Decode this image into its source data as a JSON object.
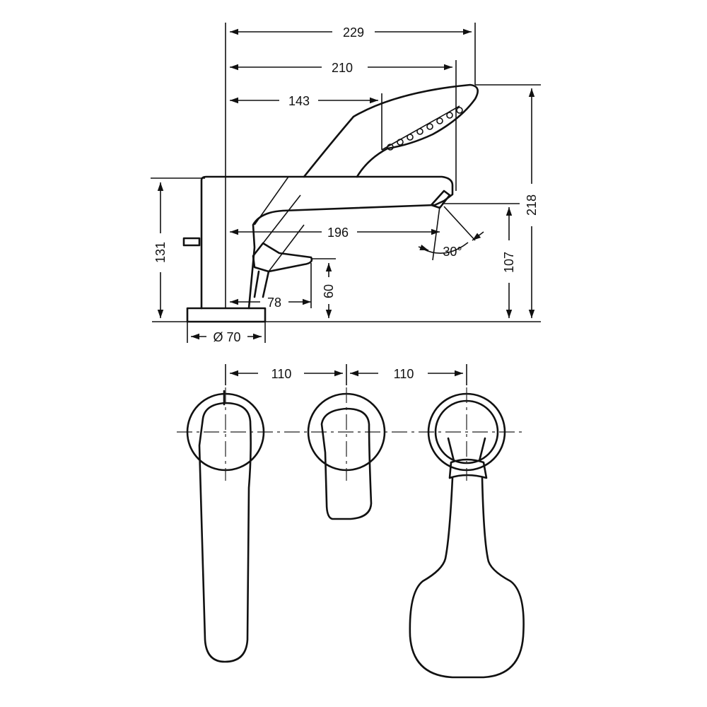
{
  "dimensions": {
    "overall_length": "229",
    "handshower_tip": "210",
    "handshower_head": "143",
    "spout_reach": "196",
    "total_height": "218",
    "spout_height": "107",
    "body_height": "131",
    "lever_height": "60",
    "lever_reach": "78",
    "base_diameter": "Ø 70",
    "spacing_left": "110",
    "spacing_right": "110",
    "spray_angle": "30°"
  }
}
